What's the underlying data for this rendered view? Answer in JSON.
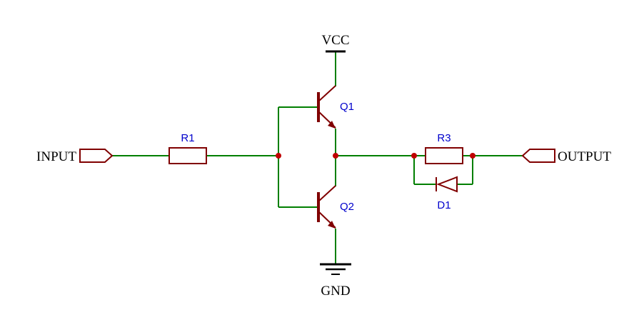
{
  "colors": {
    "background": "#ffffff",
    "wire": "#007f00",
    "component": "#800000",
    "designator": "#0000cc",
    "text": "#000000",
    "junction": "#bf0000"
  },
  "ports": {
    "input": "INPUT",
    "output": "OUTPUT"
  },
  "power": {
    "vcc": "VCC",
    "gnd": "GND"
  },
  "components": [
    {
      "ref": "R1",
      "kind": "resistor"
    },
    {
      "ref": "Q1",
      "kind": "npn-transistor"
    },
    {
      "ref": "Q2",
      "kind": "npn-transistor"
    },
    {
      "ref": "R3",
      "kind": "resistor"
    },
    {
      "ref": "D1",
      "kind": "diode"
    }
  ]
}
